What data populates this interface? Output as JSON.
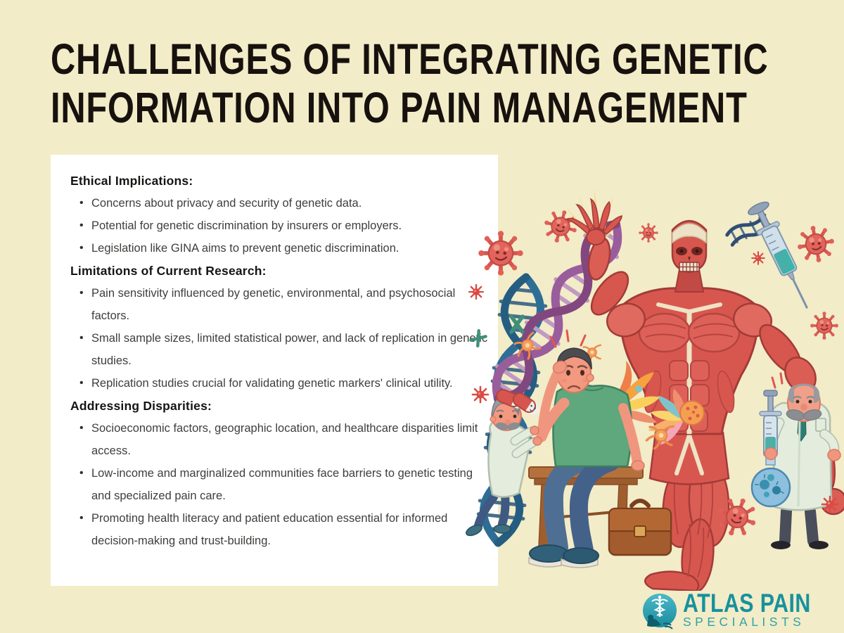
{
  "title": {
    "line1": "CHALLENGES OF INTEGRATING GENETIC",
    "line2": "INFORMATION INTO PAIN MANAGEMENT"
  },
  "content": {
    "sections": [
      {
        "heading": "Ethical Implications:",
        "bullets": [
          "Concerns about privacy and security of genetic data.",
          "Potential for genetic discrimination by insurers or employers.",
          "Legislation like GINA aims to prevent genetic discrimination."
        ]
      },
      {
        "heading": "Limitations of Current Research:",
        "bullets": [
          "Pain sensitivity influenced by genetic, environmental, and psychosocial factors.",
          "Small sample sizes, limited statistical power, and lack of replication in genetic studies.",
          "Replication studies crucial for validating genetic markers' clinical utility."
        ]
      },
      {
        "heading": "Addressing Disparities:",
        "bullets": [
          "Socioeconomic factors, geographic location, and healthcare disparities limit access.",
          "Low-income and marginalized communities face barriers to genetic testing and specialized pain care.",
          "Promoting health literacy and patient education essential for informed decision-making and trust-building."
        ]
      }
    ]
  },
  "logo": {
    "brand_line1": "ATLAS PAIN",
    "brand_line2": "SPECIALISTS"
  },
  "illustration": {
    "icons": [
      "anatomical-muscle-figure",
      "dna-helix-blue",
      "dna-helix-purple",
      "dna-fragment",
      "virus",
      "syringe",
      "patient-on-bench",
      "examining-doctor",
      "doctor-with-syringe",
      "pill-capsules",
      "briefcase",
      "virus-flask",
      "nerve-cell",
      "chromosome",
      "lightning-bolt",
      "explosion-burst"
    ]
  },
  "colors": {
    "canvas": "#f2ecc8",
    "card": "#ffffff",
    "title_text": "#17120e",
    "body_text": "#3f3e3c",
    "muscle_red": "#d7574f",
    "virus_red": "#e2645c",
    "logo_teal": "#17919e",
    "logo_teal_light": "#2fa3a3"
  }
}
